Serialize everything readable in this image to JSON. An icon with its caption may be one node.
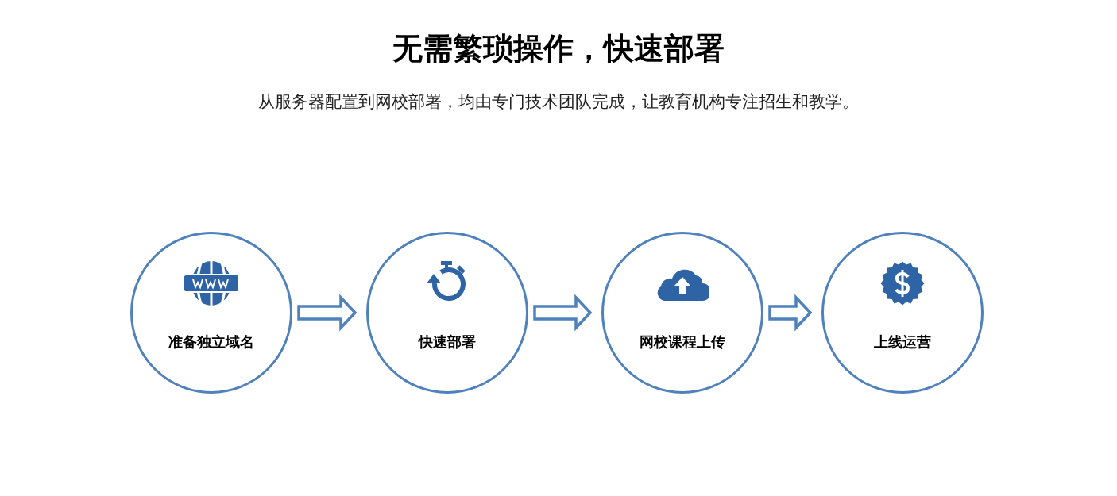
{
  "diagram": {
    "title": "无需繁琐操作，快速部署",
    "nodes": [
      {
        "text": [
          "准备独立域名"
        ]
      },
      {
        "text": [
          "快速部署"
        ]
      },
      {
        "text": [
          "网校课程上传"
        ]
      },
      {
        "text": [
          "上线运营"
        ]
      }
    ],
    "edges": [
      {
        "from": 0,
        "to": 1,
        "arrow": "to"
      },
      {
        "from": 1,
        "to": 2,
        "arrow": "to"
      },
      {
        "from": 2,
        "to": 3,
        "arrow": "to"
      }
    ],
    "labels": [
      "从服务器配置到网校部署，均由专门技术团队完成，让教育机构专注招生和教学。"
    ]
  }
}
